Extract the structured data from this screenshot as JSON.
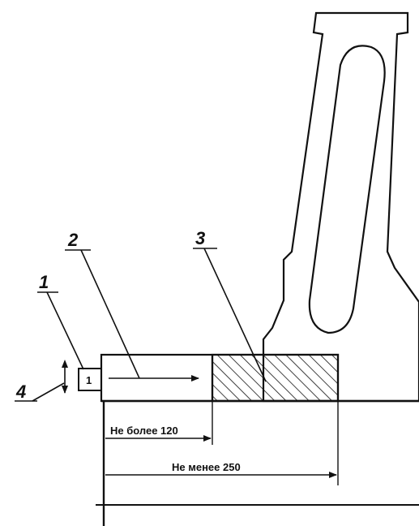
{
  "callouts": {
    "c1": "1",
    "c2": "2",
    "c3": "3",
    "c4": "4"
  },
  "dimensions": {
    "max_length": "Не более 120",
    "min_length": "Не менее 250"
  },
  "sensor_box_label": "1"
}
